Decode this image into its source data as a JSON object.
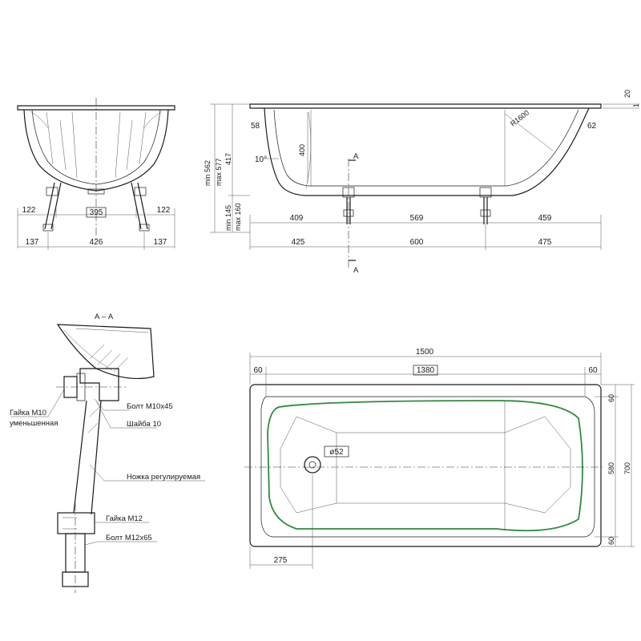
{
  "end_view": {
    "inner_dim": "395",
    "left_leg_dim": "122",
    "right_leg_dim": "122",
    "outer_left": "137",
    "outer_mid": "426",
    "outer_right": "137"
  },
  "side_view": {
    "rim_left": "58",
    "rim_right": "62",
    "angle": "10°",
    "depth": "400",
    "radius": "R1600",
    "section_top": "A",
    "section_bottom": "A",
    "height_min": "min 562",
    "height_max": "max 577",
    "height_inner": "417",
    "leg_min": "min 145",
    "leg_max": "max 160",
    "dims_row1": [
      "409",
      "569",
      "459"
    ],
    "dims_row2": [
      "425",
      "600",
      "475"
    ],
    "rim_thickness_top": "20",
    "rim_thickness_side": "1"
  },
  "section": {
    "title": "А – А",
    "nut_m10": "Гайка М10",
    "nut_m10_sub": "уменьшенная",
    "bolt_m10": "Болт М10х45",
    "washer": "Шайба 10",
    "leg": "Ножка регулируемая",
    "nut_m12": "Гайка М12",
    "bolt_m12": "Болт М12х65"
  },
  "plan_view": {
    "total_length": "1500",
    "inner_length": "1380",
    "left_rim": "60",
    "right_rim": "60",
    "drain": "ø52",
    "drain_offset": "275",
    "width_total": "700",
    "width_inner": "580",
    "rim_top": "60",
    "rim_bottom": "60"
  },
  "colors": {
    "line": "#1a1a1a",
    "accent_outline": "#2e8b3e"
  }
}
